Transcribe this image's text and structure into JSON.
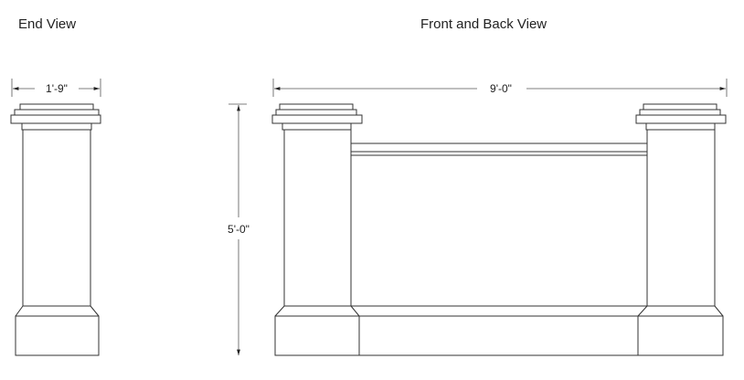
{
  "titles": {
    "end_view": "End View",
    "front_back_view": "Front and Back View"
  },
  "dimensions": {
    "end_width": "1'-9\"",
    "front_width": "9'-0\"",
    "height": "5'-0\""
  }
}
